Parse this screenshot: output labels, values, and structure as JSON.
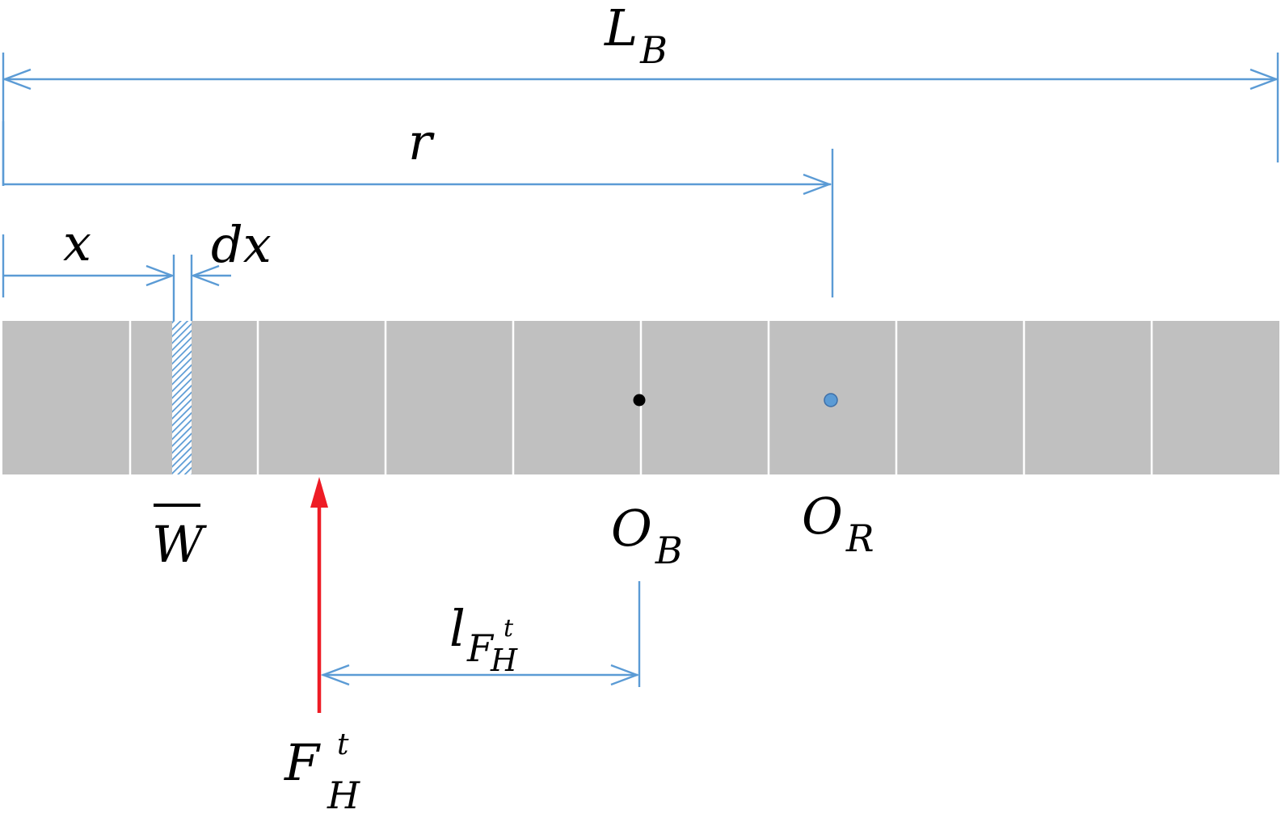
{
  "colors": {
    "dimension": "#5b9bd5",
    "beam": "#c0c0c0",
    "beam_separator": "#ffffff",
    "force": "#ee1c25",
    "center_B": "#000000",
    "center_R": "#5b9bd5",
    "element_hatch": "#5b9bd5"
  },
  "beam": {
    "segment_count": 10
  },
  "labels": {
    "length_main": "L",
    "length_sub": "B",
    "radius": "r",
    "position": "x",
    "increment": "dx",
    "weight": "W",
    "center_b_main": "O",
    "center_b_sub": "B",
    "center_r_main": "O",
    "center_r_sub": "R",
    "arm_main": "l",
    "arm_sub_main": "F",
    "arm_sub_sup": "t",
    "arm_sub_sub": "H",
    "force_main": "F",
    "force_sup": "t",
    "force_sub": "H"
  }
}
